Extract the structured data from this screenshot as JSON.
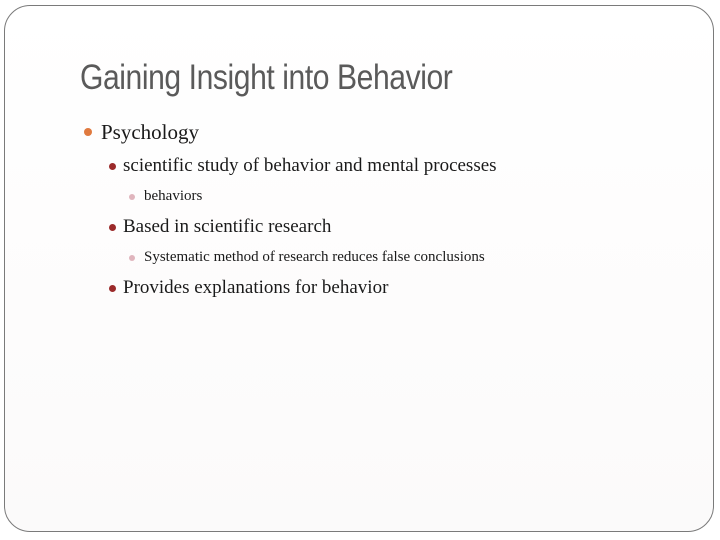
{
  "slide": {
    "title": "Gaining Insight into Behavior",
    "bullets": [
      {
        "level": 1,
        "text": "Psychology"
      },
      {
        "level": 2,
        "text": "scientific study of behavior and mental processes"
      },
      {
        "level": 3,
        "text": "behaviors"
      },
      {
        "level": 2,
        "text": "Based in scientific research"
      },
      {
        "level": 3,
        "text": "Systematic method of research reduces false conclusions"
      },
      {
        "level": 2,
        "text": "Provides explanations for behavior"
      }
    ]
  },
  "colors": {
    "title": "#5a5a5a",
    "bullet_level1": "#e07a3f",
    "bullet_level2": "#9b2a2a",
    "bullet_level3": "#e0b5bd",
    "border": "#7a7a7a"
  }
}
